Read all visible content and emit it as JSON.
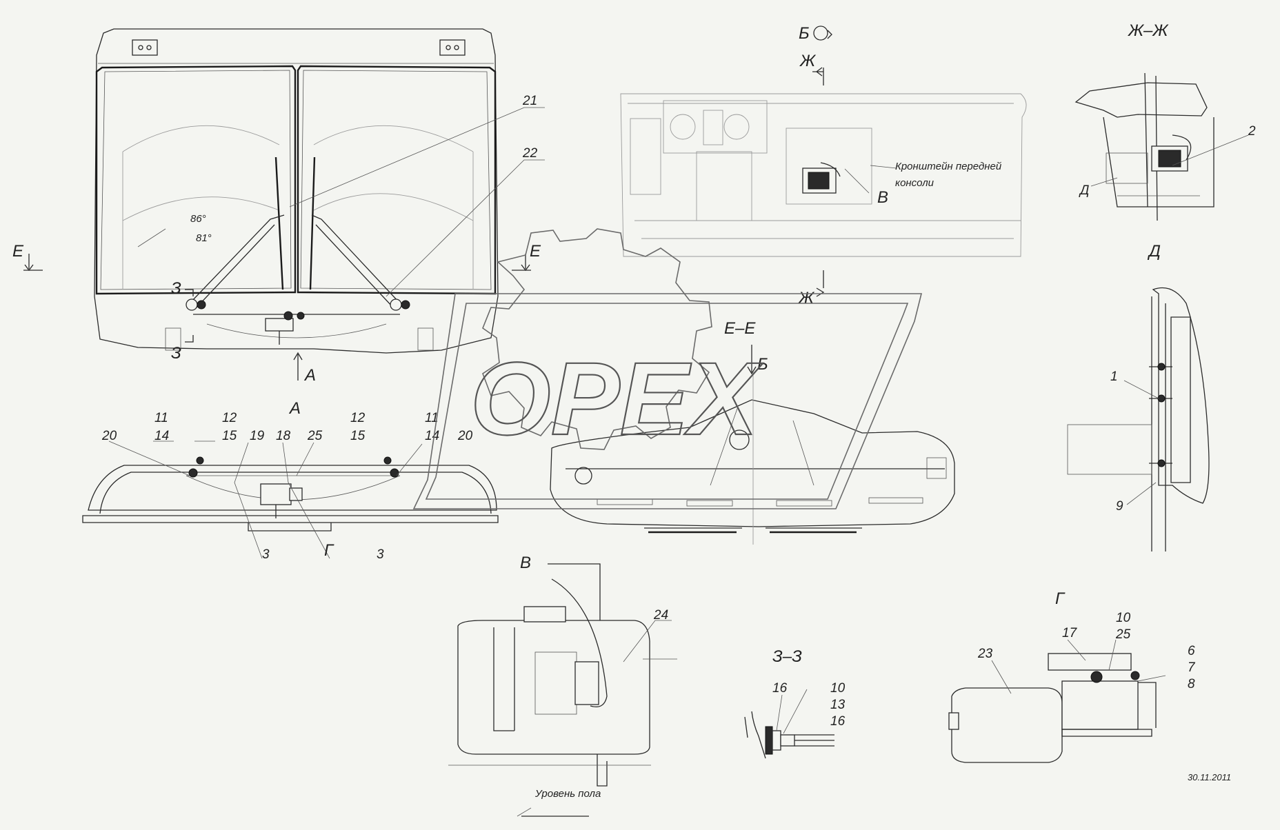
{
  "sections": {
    "view_a": "А",
    "view_b": "Б",
    "view_v": "В",
    "view_g": "Г",
    "view_d": "Д",
    "section_ee": "Е–Е",
    "section_zhzh": "Ж–Ж",
    "section_zz": "З–З",
    "cut_e": "Е",
    "cut_zh": "Ж",
    "cut_z": "З"
  },
  "angles": {
    "a86": "86°",
    "a81": "81°"
  },
  "notes": {
    "bracket_line1": "Кронштейн передней",
    "bracket_line2": "консоли",
    "floor_level": "Уровень пола",
    "date": "30.11.2011"
  },
  "positions": {
    "p1": "1",
    "p2": "2",
    "p3": "3",
    "p6": "6",
    "p7": "7",
    "p8": "8",
    "p9": "9",
    "p10": "10",
    "p11": "11",
    "p12": "12",
    "p13": "13",
    "p14": "14",
    "p15": "15",
    "p16": "16",
    "p17": "17",
    "p18": "18",
    "p19": "19",
    "p20": "20",
    "p21": "21",
    "p22": "22",
    "p23": "23",
    "p24": "24",
    "p25": "25"
  },
  "watermark": {
    "text": "OPEX"
  },
  "colors": {
    "paper": "#f4f5f1",
    "ink": "#2a2a2a",
    "watermark": "#6a6a6a"
  }
}
